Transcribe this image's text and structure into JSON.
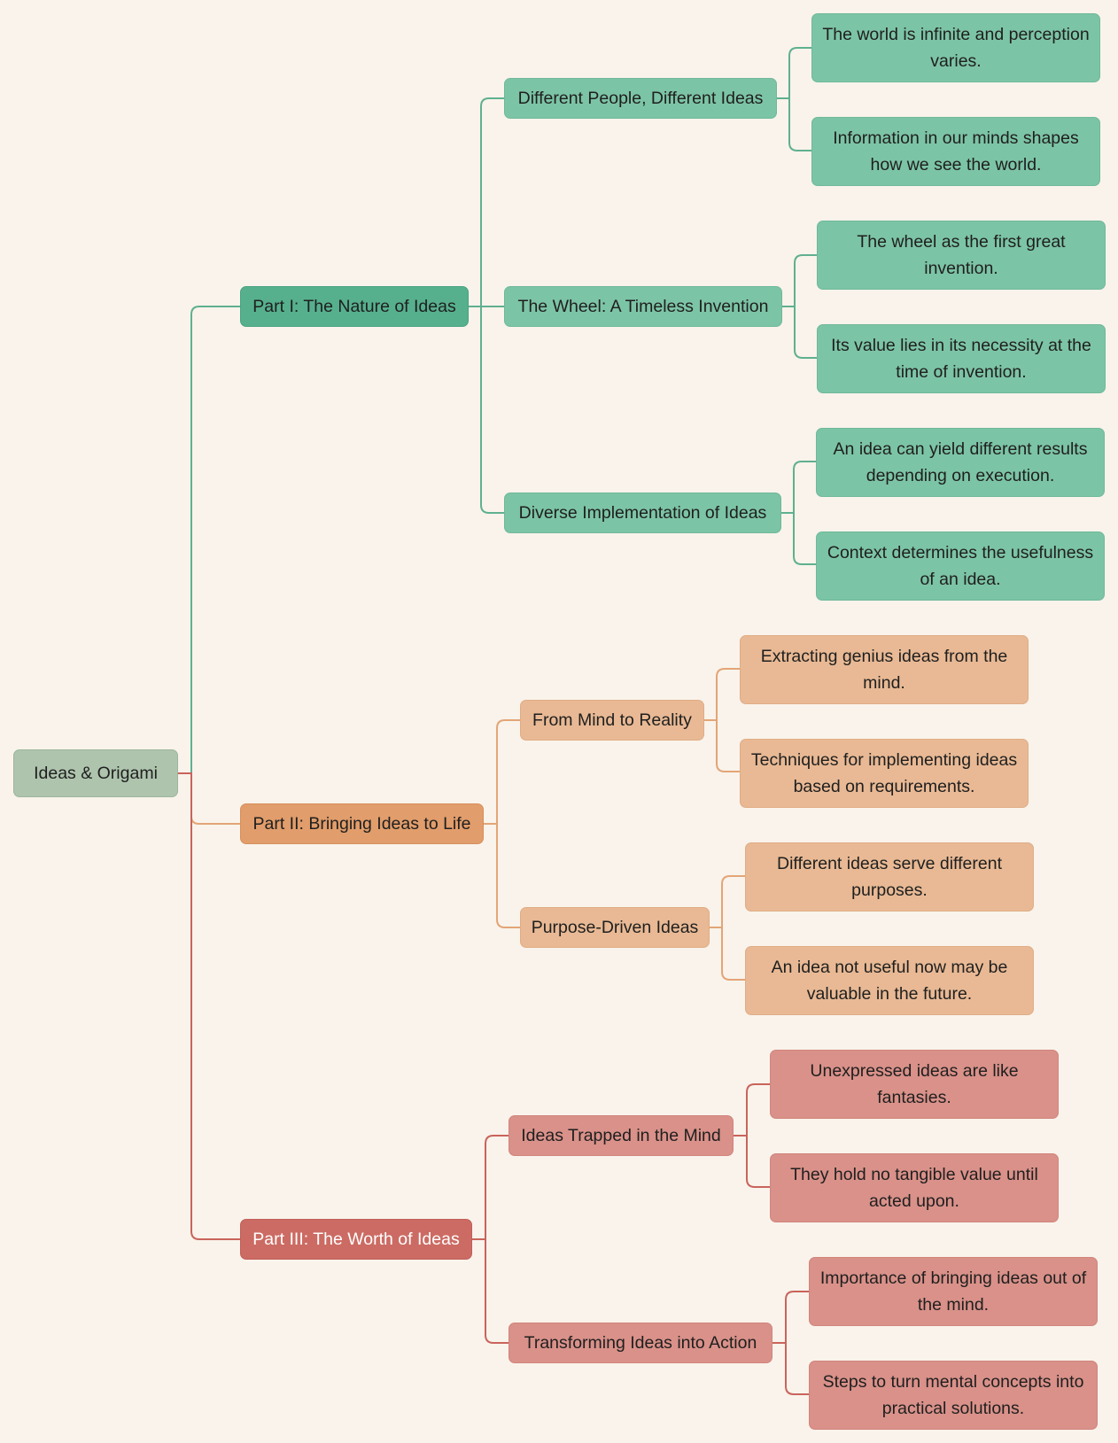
{
  "mindmap": {
    "root": {
      "label": "Ideas & Origami"
    },
    "colors": {
      "green_line": "#5fb08f",
      "orange_line": "#e3a576",
      "red_line": "#c9645b",
      "background": "#f9f3eb"
    },
    "branches": [
      {
        "label": "Part I: The Nature of Ideas",
        "theme": "green",
        "topics": [
          {
            "label": "Different People, Different Ideas",
            "points": [
              "The world is infinite and perception varies.",
              "Information in our minds shapes how we see the world."
            ]
          },
          {
            "label": "The Wheel: A Timeless Invention",
            "points": [
              "The wheel as the first great invention.",
              "Its value lies in its necessity at the time of invention."
            ]
          },
          {
            "label": "Diverse Implementation of Ideas",
            "points": [
              "An idea can yield different results depending on execution.",
              "Context determines the usefulness of an idea."
            ]
          }
        ]
      },
      {
        "label": "Part II: Bringing Ideas to Life",
        "theme": "orange",
        "topics": [
          {
            "label": "From Mind to Reality",
            "points": [
              "Extracting genius ideas from the mind.",
              "Techniques for implementing ideas based on requirements."
            ]
          },
          {
            "label": "Purpose-Driven Ideas",
            "points": [
              "Different ideas serve different purposes.",
              "An idea not useful now may be valuable in the future."
            ]
          }
        ]
      },
      {
        "label": "Part III: The Worth of Ideas",
        "theme": "red",
        "topics": [
          {
            "label": "Ideas Trapped in the Mind",
            "points": [
              "Unexpressed ideas are like fantasies.",
              "They hold no tangible value until acted upon."
            ]
          },
          {
            "label": "Transforming Ideas into Action",
            "points": [
              "Importance of bringing ideas out of the mind.",
              "Steps to turn mental concepts into practical solutions."
            ]
          }
        ]
      }
    ]
  }
}
